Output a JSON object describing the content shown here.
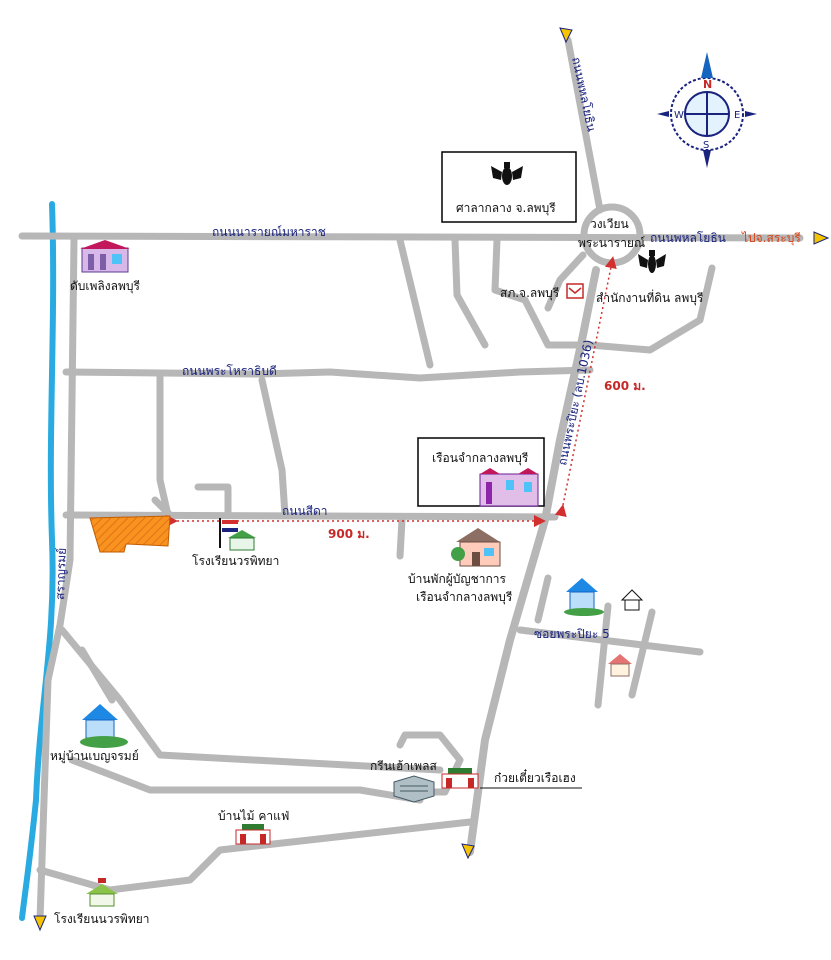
{
  "roads": {
    "narai_maharat": "ถนนนารายณ์มหาราช",
    "phahon_top": "ถนนพหลโยธิน",
    "phahon_east": "ถนนพหลโยธิน",
    "to_saraburi": "ไปจ.สระบุรี",
    "phra_horathibodi": "ถนนพระโหราธิบดี",
    "sida": "ถนนสีดา",
    "phra_piya": "ถนนพระปิยะ (ลบ.1036)",
    "soi_phra_piya_5": "ซอยพระปิยะ 5",
    "saraburi_canal": "สราญรมย์"
  },
  "places": {
    "city_hall": "ศาลากลาง จ.ลพบุรี",
    "roundabout_line1": "วงเวียน",
    "roundabout_line2": "พระนารายณ์",
    "fire_station": "ดับเพลิงลพบุรี",
    "post_office": "สภ.จ.ลพบุรี",
    "land_office": "สำนักงานที่ดิน ลพบุรี",
    "prison": "เรือนจำกลางลพบุรี",
    "school_mid": "โรงเรียนวรพิทยา",
    "residence_line1": "บ้านพักผู้บัญชาการ",
    "residence_line2": "เรือนจำกลางลพบุรี",
    "village": "หมู่บ้านเบญจรมย์",
    "green_house": "กรีนเฮ้าเพลส",
    "noodle_shop": "ก๋วยเตี๋ยวเรือเฮง",
    "coffee_shop": "บ้านไม้ คาแฟ่",
    "school_bottom": "โรงเรียนนวรพิทยา"
  },
  "distances": {
    "to_roundabout": "600 ม.",
    "to_junction": "900 ม."
  },
  "compass": {
    "north": "N",
    "south": "S",
    "east": "E",
    "west": "W"
  },
  "colors": {
    "road": "#b7b7b7",
    "canal": "#29abe2",
    "plot": "#f7931e",
    "distance_line": "#d32f2f",
    "road_label": "#1a237e"
  }
}
